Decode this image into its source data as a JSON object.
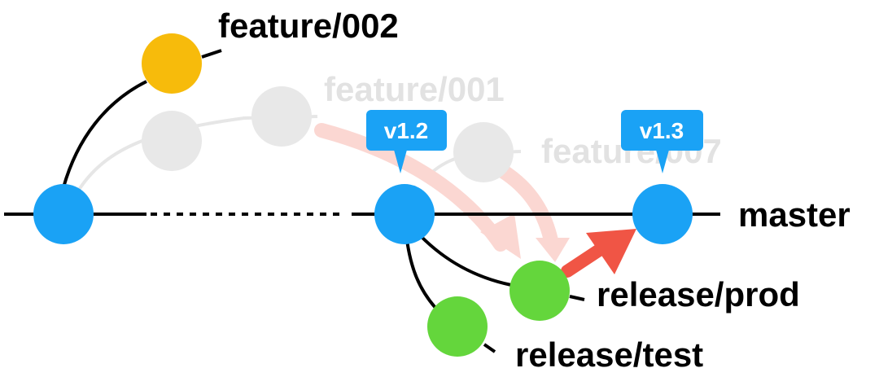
{
  "colors": {
    "line": "#000000",
    "node_blue": "#1aa2f5",
    "node_yellow": "#f7bb0b",
    "node_green": "#64d63c",
    "faded_node": "#e8e8e8",
    "faded_line": "#e6e6e6",
    "faded_text": "#e2e2e2",
    "tag_bg": "#1aa2f5",
    "tag_text": "#ffffff",
    "arrow_red": "#f05545",
    "arrow_faded": "#fbd7d2"
  },
  "branches": {
    "master": "master",
    "feature_002": "feature/002",
    "feature_001": "feature/001",
    "feature_007": "feature/007",
    "release_prod": "release/prod",
    "release_test": "release/test"
  },
  "tags": {
    "v12": "v1.2",
    "v13": "v1.3"
  }
}
